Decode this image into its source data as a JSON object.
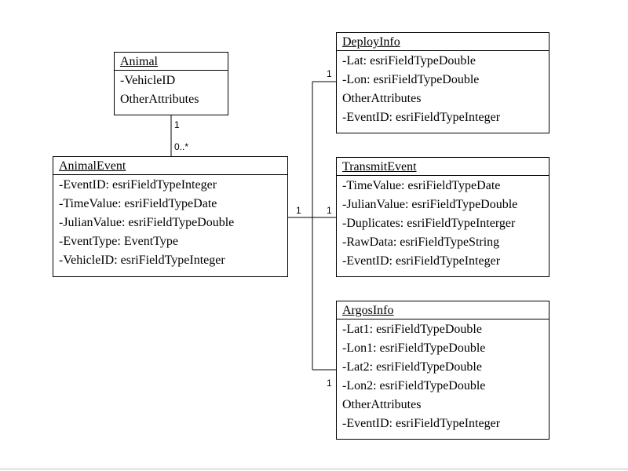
{
  "classes": {
    "animal": {
      "name": "Animal",
      "attributes": [
        "-VehicleID",
        "OtherAttributes"
      ]
    },
    "animal_event": {
      "name": "AnimalEvent",
      "attributes": [
        "-EventID: esriFieldTypeInteger",
        "-TimeValue: esriFieldTypeDate",
        "-JulianValue: esriFieldTypeDouble",
        "-EventType: EventType",
        "-VehicleID: esriFieldTypeInteger"
      ]
    },
    "deploy_info": {
      "name": "DeployInfo",
      "attributes": [
        "-Lat: esriFieldTypeDouble",
        "-Lon: esriFieldTypeDouble",
        "OtherAttributes",
        "-EventID: esriFieldTypeInteger"
      ]
    },
    "transmit_event": {
      "name": "TransmitEvent",
      "attributes": [
        "-TimeValue: esriFieldTypeDate",
        "-JulianValue: esriFieldTypeDouble",
        "-Duplicates: esriFieldTypeInterger",
        "-RawData: esriFieldTypeString",
        "-EventID: esriFieldTypeInteger"
      ]
    },
    "argos_info": {
      "name": "ArgosInfo",
      "attributes": [
        "-Lat1: esriFieldTypeDouble",
        "-Lon1: esriFieldTypeDouble",
        "-Lat2: esriFieldTypeDouble",
        "-Lon2: esriFieldTypeDouble",
        "OtherAttributes",
        "-EventID: esriFieldTypeInteger"
      ]
    }
  },
  "multiplicities": {
    "animal_side": "1",
    "event_side": "0..*",
    "animal_event_right": "1",
    "deploy_side": "1",
    "transmit_side": "1",
    "argos_side": "1"
  }
}
